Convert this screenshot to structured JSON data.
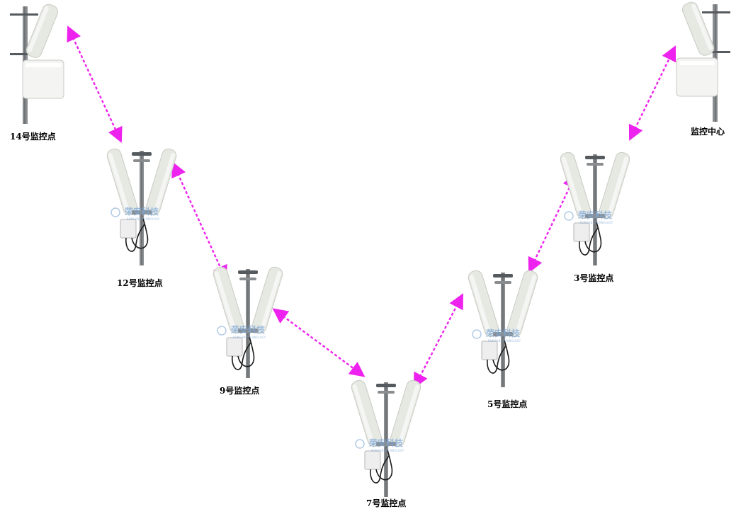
{
  "colors": {
    "link": "#ee22ee",
    "antenna": "#e6e8e2",
    "antenna_shade": "#c9ccc4",
    "pole": "#8a8d8f",
    "pole_dark": "#555a5e",
    "box": "#eeeeee",
    "cable": "#1a1a1a",
    "watermark": "#7fa8d6",
    "label": "#000000"
  },
  "watermark": {
    "text": "荣安科技",
    "sub": "RONGAN TECHNOLOGY"
  },
  "nodes": [
    {
      "id": "n14",
      "label": "14号监控点",
      "type": "pole-panel"
    },
    {
      "id": "n12",
      "label": "12号监控点",
      "type": "v-antenna"
    },
    {
      "id": "n9",
      "label": "9号监控点",
      "type": "v-antenna"
    },
    {
      "id": "n7",
      "label": "7号监控点",
      "type": "v-antenna"
    },
    {
      "id": "n5",
      "label": "5号监控点",
      "type": "v-antenna"
    },
    {
      "id": "n3",
      "label": "3号监控点",
      "type": "v-antenna"
    },
    {
      "id": "center",
      "label": "监控中心",
      "type": "pole-panel"
    }
  ],
  "links": [
    {
      "from": "n14",
      "to": "n12",
      "style": "dashed",
      "arrows": "both"
    },
    {
      "from": "n12",
      "to": "n9",
      "style": "dashed",
      "arrows": "both"
    },
    {
      "from": "n9",
      "to": "n7",
      "style": "dashed",
      "arrows": "both"
    },
    {
      "from": "n7",
      "to": "n5",
      "style": "dashed",
      "arrows": "both"
    },
    {
      "from": "n5",
      "to": "n3",
      "style": "dashed",
      "arrows": "both"
    },
    {
      "from": "n3",
      "to": "center",
      "style": "dashed",
      "arrows": "both"
    }
  ]
}
